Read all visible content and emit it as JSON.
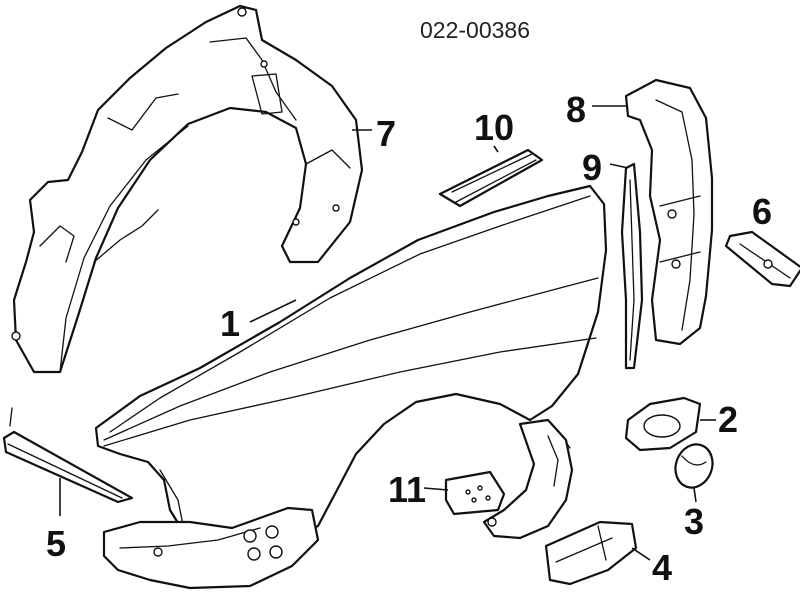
{
  "diagram": {
    "catalog_code": "022-00386",
    "callouts": [
      {
        "id": "1",
        "label": "1"
      },
      {
        "id": "2",
        "label": "2"
      },
      {
        "id": "3",
        "label": "3"
      },
      {
        "id": "4",
        "label": "4"
      },
      {
        "id": "5",
        "label": "5"
      },
      {
        "id": "6",
        "label": "6"
      },
      {
        "id": "7",
        "label": "7"
      },
      {
        "id": "8",
        "label": "8"
      },
      {
        "id": "9",
        "label": "9"
      },
      {
        "id": "10",
        "label": "10"
      },
      {
        "id": "11",
        "label": "11"
      }
    ]
  }
}
